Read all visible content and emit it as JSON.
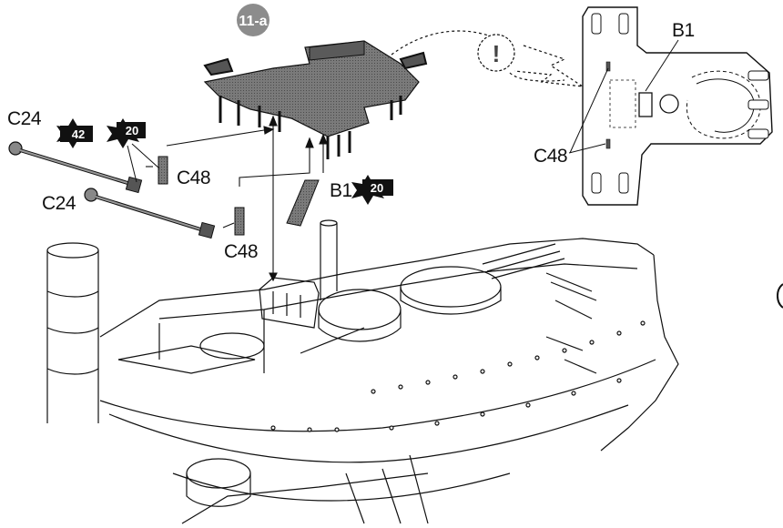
{
  "step": {
    "number": "11-a",
    "badge_color": "#8c8c8c"
  },
  "parts": {
    "c24_top": "C24",
    "c24_bottom": "C24",
    "c48_upper": "C48",
    "c48_lower": "C48",
    "b1": "B1",
    "detail_b1": "B1",
    "detail_c48": "C48"
  },
  "badges": {
    "star_42": "42",
    "star_20_left": "20",
    "star_20_b1": "20"
  },
  "callout": {
    "symbol": "!"
  },
  "colors": {
    "part_fill": "#6e6e6e",
    "line": "#111111",
    "badge": "#111111"
  }
}
